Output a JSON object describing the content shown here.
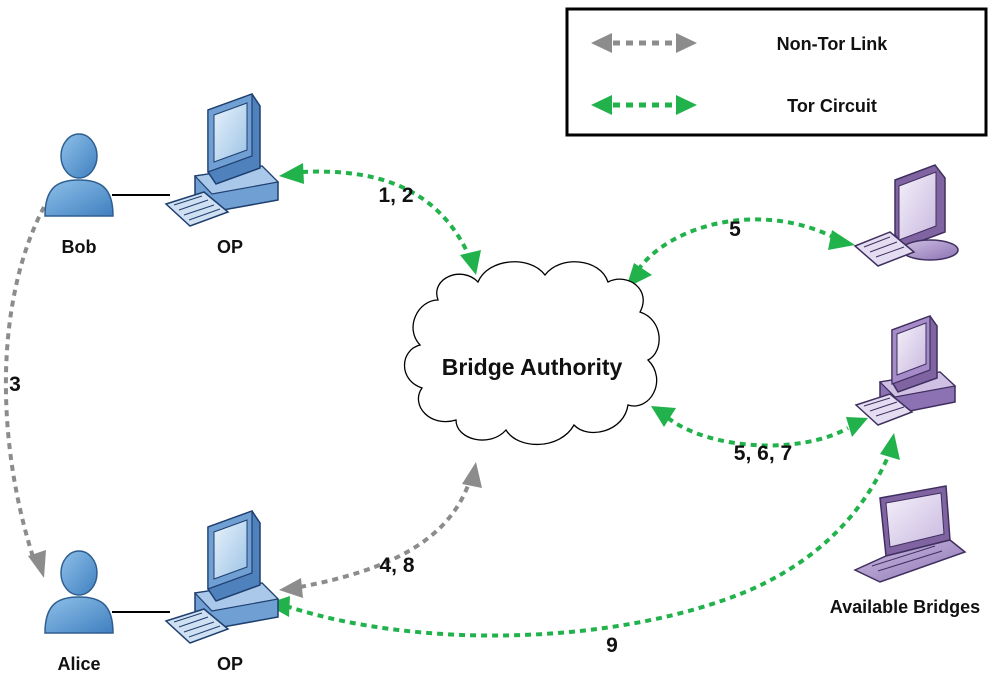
{
  "legend": {
    "non_tor_label": "Non-Tor Link",
    "tor_label": "Tor Circuit"
  },
  "nodes": {
    "bob": "Bob",
    "bob_op": "OP",
    "alice": "Alice",
    "alice_op": "OP",
    "bridge_authority": "Bridge Authority",
    "available_bridges": "Available Bridges"
  },
  "steps": {
    "bob_to_authority": "1, 2",
    "bob_to_alice": "3",
    "alice_to_authority": "4, 8",
    "bridge_top": "5",
    "bridge_middle": "5, 6, 7",
    "alice_to_bridge": "9"
  },
  "colors": {
    "tor": "#22b24c",
    "non_tor": "#8c8c8c",
    "person": "#5b9bd5",
    "op_computer": "#4f81bd",
    "bridge_device": "#8064a2"
  }
}
